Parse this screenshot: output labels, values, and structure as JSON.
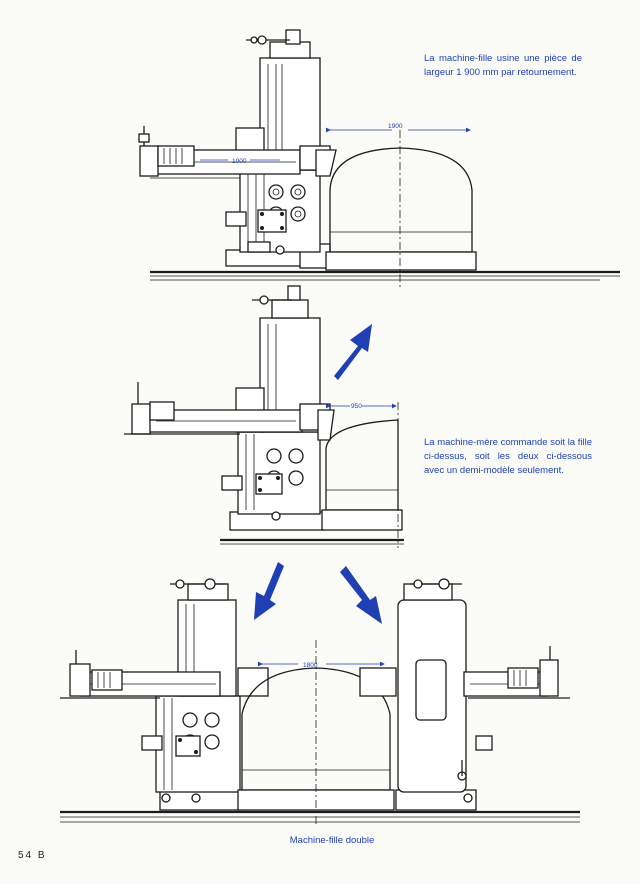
{
  "captions": {
    "top": "La machine-fille usine une pièce de largeur 1 900 mm par retournement.",
    "middle": "La machine-mère commande soit la fille ci-dessus, soit les deux ci-dessous avec un demi-modèle seulement.",
    "bottom": "Machine-fille double"
  },
  "page_number": "54 B",
  "dimensions": {
    "top_arm": "1000",
    "top_width": "1900",
    "middle_width": "950",
    "bottom_width": "1800"
  },
  "colors": {
    "accent": "#1f3fb4",
    "ink": "#1c1c1c",
    "paper": "#fbfbf8"
  },
  "icons": {
    "arrow_up_right": "blue-arrow-up-right-icon",
    "arrow_down_left": "blue-arrow-down-left-icon",
    "arrow_down_right": "blue-arrow-down-right-icon"
  }
}
